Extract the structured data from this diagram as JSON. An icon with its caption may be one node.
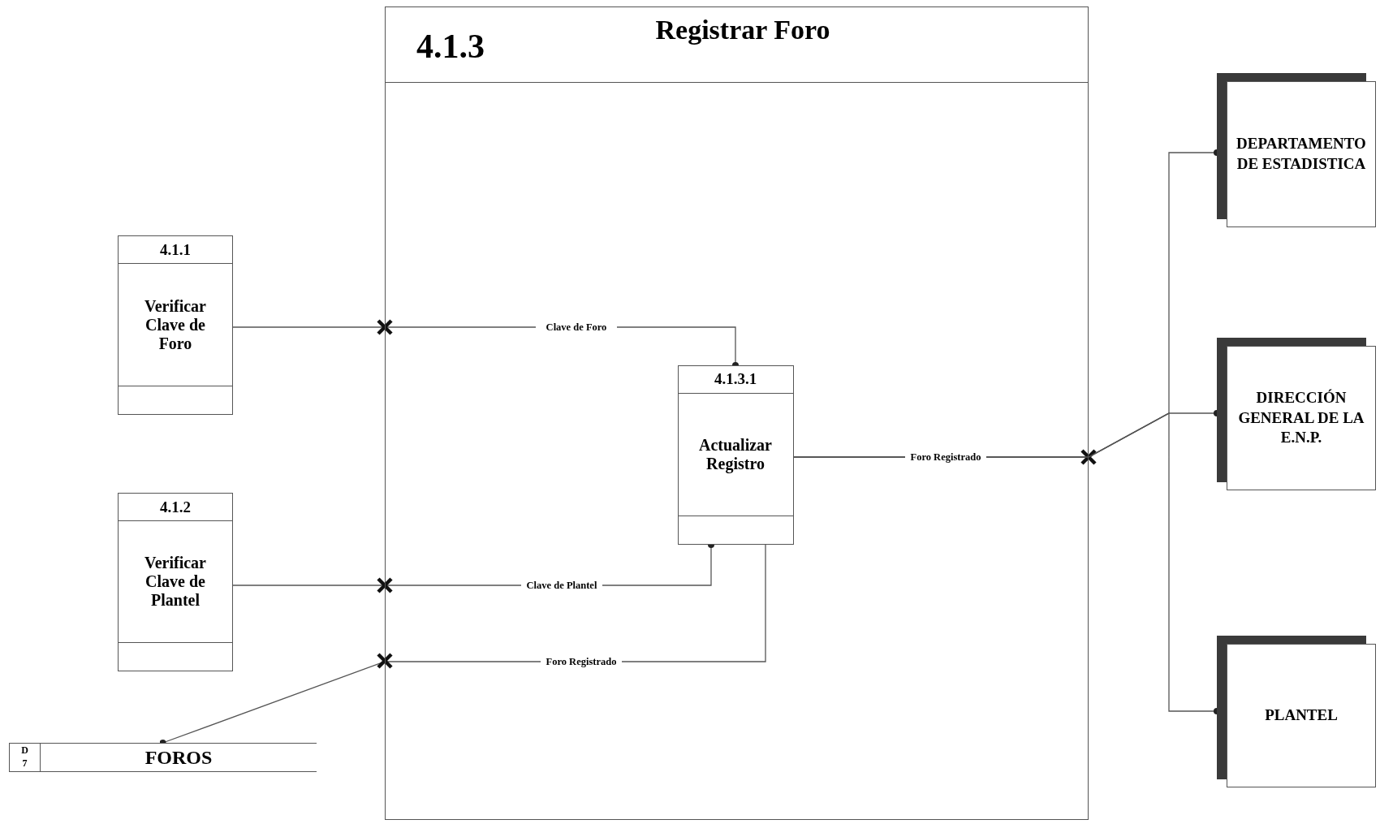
{
  "diagram": {
    "nodes": [
      {
        "text": [
          "4.1.3",
          "Registrar Foro"
        ]
      },
      {
        "text": [
          "4.1.1",
          "Verificar Clave de Foro"
        ]
      },
      {
        "text": [
          "4.1.2",
          "Verificar Clave de Plantel"
        ]
      },
      {
        "text": [
          "4.1.3.1",
          "Actualizar Registro"
        ],
        "in": 0
      },
      {
        "text": [
          "D 7",
          "FOROS"
        ]
      },
      {
        "text": [
          "DEPARTAMENTO DE ESTADISTICA"
        ]
      },
      {
        "text": [
          "DIRECCIÓN GENERAL DE LA E.N.P."
        ]
      },
      {
        "text": [
          "PLANTEL"
        ]
      }
    ],
    "edges": [
      {
        "from": 1,
        "to": 3,
        "arrow": "other",
        "label": "Clave de Foro"
      },
      {
        "from": 2,
        "to": 3,
        "arrow": "other",
        "label": "Clave de Plantel"
      },
      {
        "from": 3,
        "to": 4,
        "arrow": "other",
        "label": "Foro Registrado"
      },
      {
        "from": 3,
        "to": 5,
        "arrow": "other"
      },
      {
        "from": 3,
        "to": 6,
        "arrow": "other",
        "label": "Foro Registrado"
      },
      {
        "from": 3,
        "to": 7,
        "arrow": "other"
      }
    ]
  }
}
